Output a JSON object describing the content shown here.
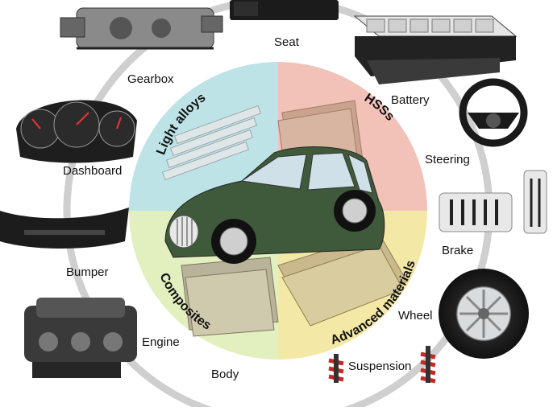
{
  "center": {
    "quadrants": [
      {
        "label": "Light alloys",
        "color": "#bde3e6"
      },
      {
        "label": "HSSs",
        "color": "#f2c1b8"
      },
      {
        "label": "Advanced materials",
        "color": "#f4e8a6"
      },
      {
        "label": "Composites",
        "color": "#e2efbf"
      }
    ],
    "car_color": "#3f5a3a"
  },
  "parts": {
    "seat": "Seat",
    "gearbox": "Gearbox",
    "battery": "Battery",
    "dashboard": "Dashboard",
    "steering": "Steering",
    "bumper": "Bumper",
    "brake": "Brake",
    "wheel": "Wheel",
    "engine": "Engine",
    "suspension": "Suspension",
    "body": "Body"
  },
  "icons": [
    "gearbox-icon",
    "seat-icon",
    "battery-icon",
    "dashboard-icon",
    "steering-wheel-icon",
    "bumper-icon",
    "brake-pedal-icon",
    "wheel-icon",
    "engine-icon",
    "suspension-spring-icon",
    "car-icon"
  ]
}
